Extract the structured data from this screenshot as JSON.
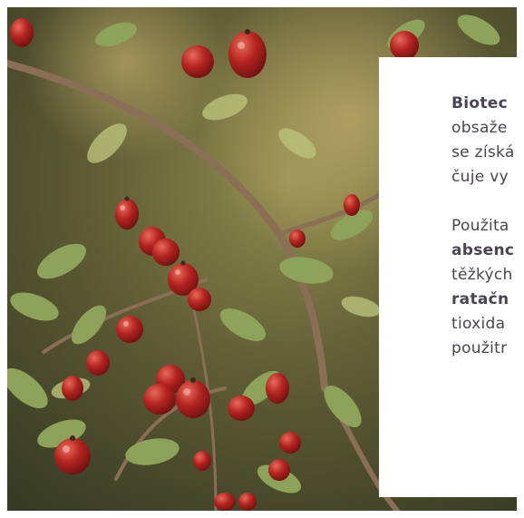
{
  "photo": {
    "subject": "rosehip-branch"
  },
  "card": {
    "paragraph1": [
      {
        "text": "Biotec",
        "bold": true
      },
      {
        "text": "obsaže",
        "bold": false
      },
      {
        "text": "se získá",
        "bold": false
      },
      {
        "text": "čuje vy",
        "bold": false
      }
    ],
    "paragraph2": [
      {
        "text": "Použita",
        "bold": false
      },
      {
        "text": "absenc",
        "bold": true
      },
      {
        "text": "těžkých",
        "bold": false
      },
      {
        "text": "ratačn",
        "bold": true
      },
      {
        "text": "tioxida",
        "bold": false
      },
      {
        "text": "použitr",
        "bold": false
      }
    ]
  },
  "colors": {
    "text": "#4a4452",
    "card_bg": "#ffffff"
  }
}
